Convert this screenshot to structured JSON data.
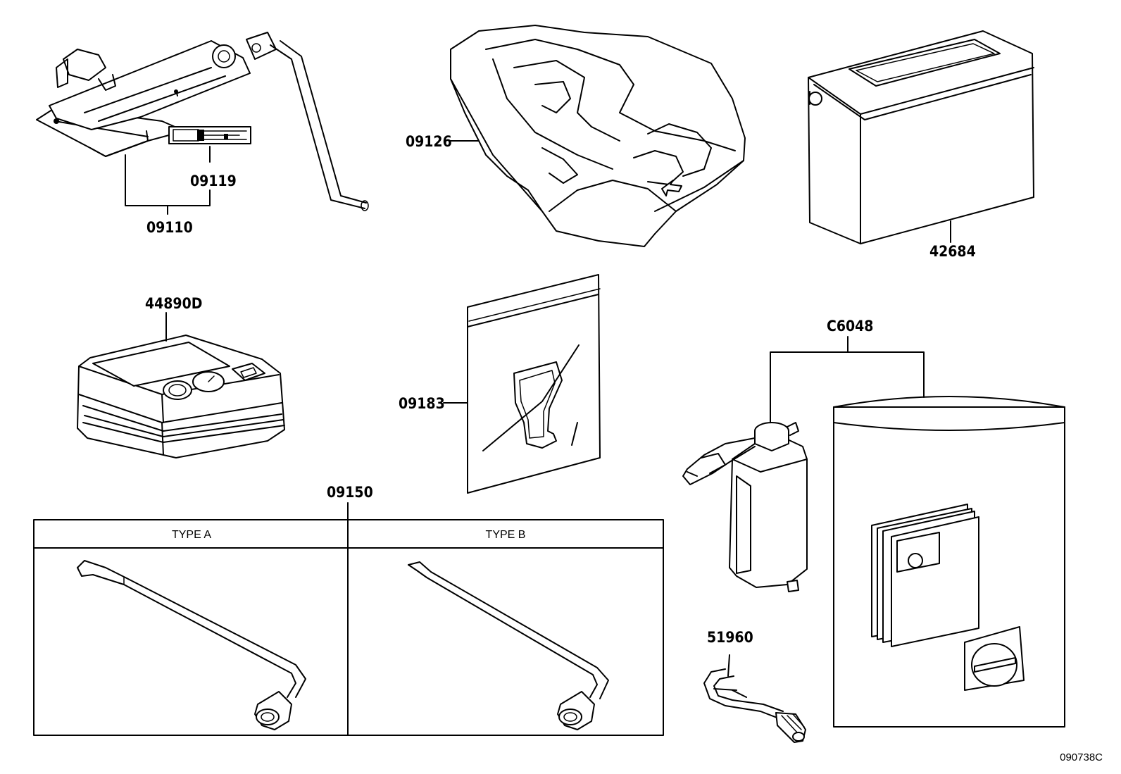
{
  "callouts": {
    "jack": "09110",
    "jack_label": "09119",
    "jack_tray": "09126",
    "tool_bag": "42684",
    "compressor": "44890D",
    "handle_bag": "09183",
    "wrench": "09150",
    "repair_kit": "C6048",
    "hose": "51960"
  },
  "wrench_types": {
    "type_a": "TYPE A",
    "type_b": "TYPE B"
  },
  "reference_code": "090738C"
}
